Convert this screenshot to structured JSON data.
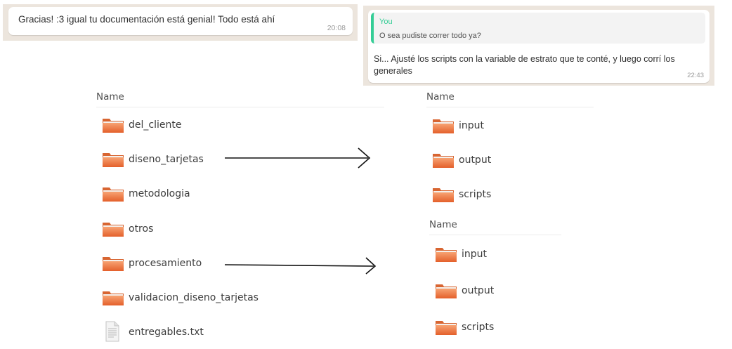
{
  "chat_left": {
    "message": "Gracias! :3 igual tu documentación está genial! Todo está ahí",
    "time": "20:08"
  },
  "chat_right": {
    "quote_author": "You",
    "quote_text": "O sea pudiste correr todo ya?",
    "message": "Si... Ajusté los scripts con la variable de estrato que te conté, y luego corrí los generales",
    "time": "22:43"
  },
  "main_panel": {
    "header": "Name",
    "items": [
      {
        "label": "del_cliente",
        "icon": "folder-icon"
      },
      {
        "label": "diseno_tarjetas",
        "icon": "folder-icon"
      },
      {
        "label": "metodologia",
        "icon": "folder-icon"
      },
      {
        "label": "otros",
        "icon": "folder-icon"
      },
      {
        "label": "procesamiento",
        "icon": "folder-icon"
      },
      {
        "label": "validacion_diseno_tarjetas",
        "icon": "folder-icon"
      },
      {
        "label": "entregables.txt",
        "icon": "text-file-icon"
      }
    ]
  },
  "diseno_panel": {
    "header": "Name",
    "items": [
      {
        "label": "input",
        "icon": "folder-icon"
      },
      {
        "label": "output",
        "icon": "folder-icon"
      },
      {
        "label": "scripts",
        "icon": "folder-icon"
      }
    ]
  },
  "procesamiento_panel": {
    "header": "Name",
    "items": [
      {
        "label": "input",
        "icon": "folder-icon"
      },
      {
        "label": "output",
        "icon": "folder-icon"
      },
      {
        "label": "scripts",
        "icon": "folder-icon"
      }
    ]
  },
  "colors": {
    "chat_background": "#ece5dd",
    "quote_accent": "#35cd96",
    "folder_orange": "#f0783a"
  }
}
